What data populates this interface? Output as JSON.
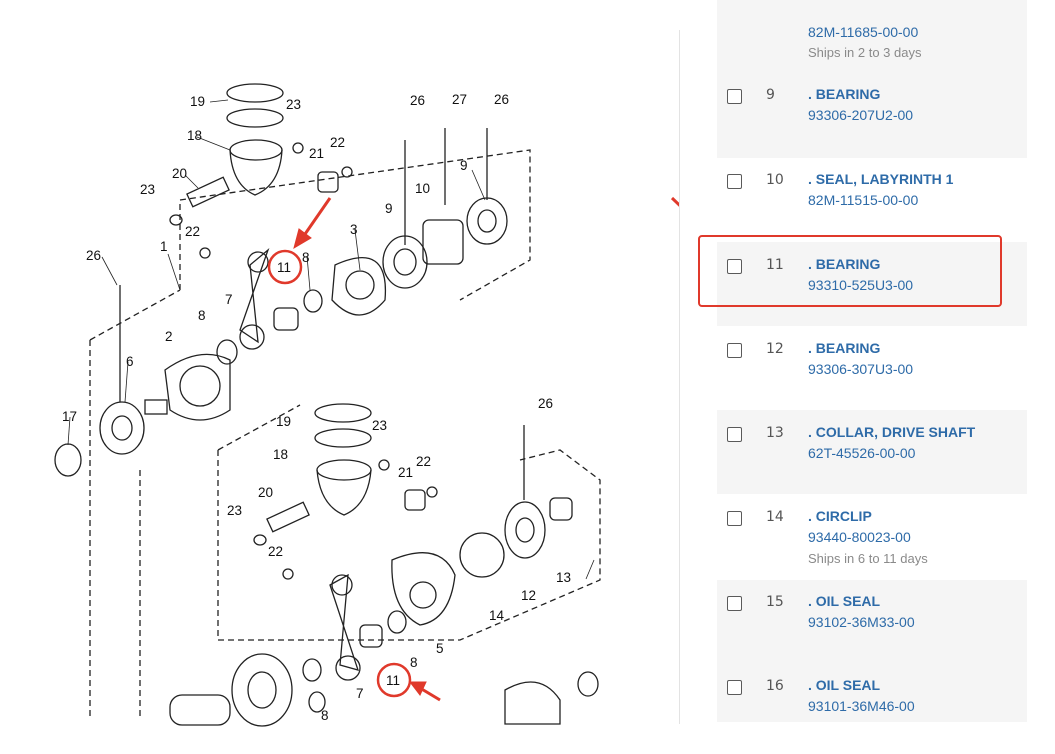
{
  "diagram": {
    "labels": [
      "19",
      "23",
      "18",
      "22",
      "21",
      "20",
      "23",
      "22",
      "26",
      "27",
      "26",
      "9",
      "10",
      "9",
      "26",
      "1",
      "3",
      "11",
      "8",
      "8",
      "7",
      "2",
      "6",
      "17",
      "19",
      "23",
      "18",
      "22",
      "21",
      "20",
      "23",
      "22",
      "26",
      "8",
      "11",
      "7",
      "5",
      "14",
      "12",
      "13",
      "8"
    ],
    "highlight_callout": "11",
    "highlight_callout_2": "11"
  },
  "parts_list": {
    "top_partial": {
      "part_number": "82M-11685-00-00",
      "shipping": "Ships in 2 to 3 days"
    },
    "items": [
      {
        "ref": "9",
        "name": ". BEARING",
        "part_number": "93306-207U2-00",
        "shipping": ""
      },
      {
        "ref": "10",
        "name": ". SEAL, LABYRINTH 1",
        "part_number": "82M-11515-00-00",
        "shipping": ""
      },
      {
        "ref": "11",
        "name": ". BEARING",
        "part_number": "93310-525U3-00",
        "shipping": ""
      },
      {
        "ref": "12",
        "name": ". BEARING",
        "part_number": "93306-307U3-00",
        "shipping": ""
      },
      {
        "ref": "13",
        "name": ". COLLAR, DRIVE SHAFT",
        "part_number": "62T-45526-00-00",
        "shipping": ""
      },
      {
        "ref": "14",
        "name": ". CIRCLIP",
        "part_number": "93440-80023-00",
        "shipping": "Ships in 6 to 11 days"
      },
      {
        "ref": "15",
        "name": ". OIL SEAL",
        "part_number": "93102-36M33-00",
        "shipping": ""
      },
      {
        "ref": "16",
        "name": ". OIL SEAL",
        "part_number": "93101-36M46-00",
        "shipping": ""
      }
    ]
  },
  "colors": {
    "link": "#2e6ba8",
    "accent_red": "#e0392b",
    "row_shade": "#f5f5f5"
  }
}
